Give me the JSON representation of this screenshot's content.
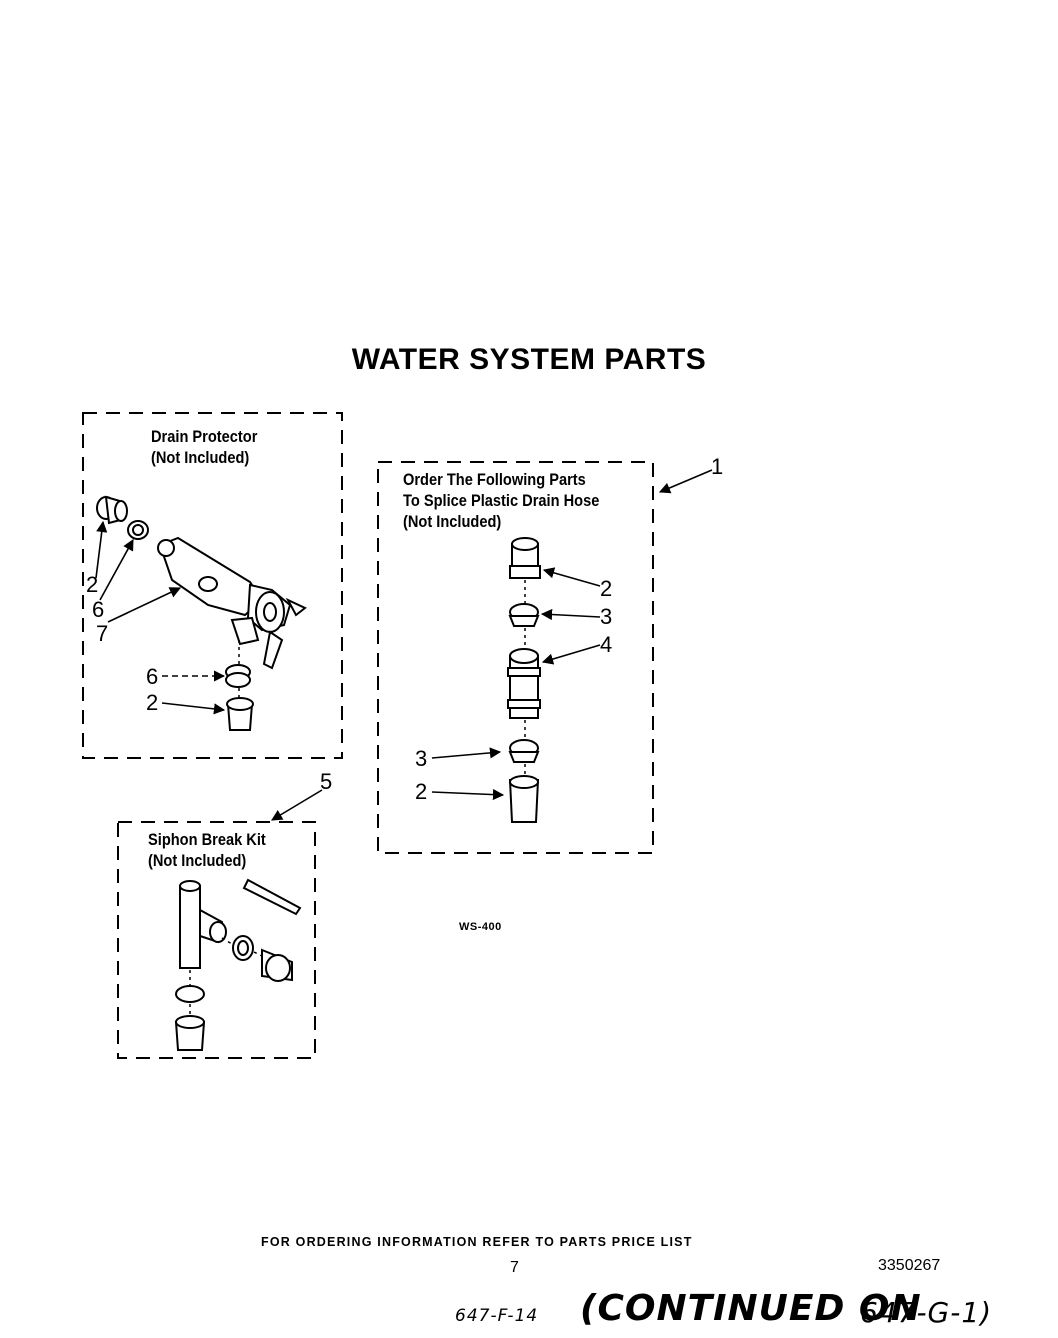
{
  "title": "WATER SYSTEM PARTS",
  "drain_protector": {
    "label_line1": "Drain Protector",
    "label_line2": "(Not Included)",
    "callouts": [
      "2",
      "6",
      "7",
      "6",
      "2"
    ]
  },
  "splice_kit": {
    "label_line1": "Order The Following Parts",
    "label_line2": "To Splice Plastic Drain Hose",
    "label_line3": "(Not Included)",
    "box_callout": "1",
    "callouts": [
      "2",
      "3",
      "4",
      "3",
      "2"
    ]
  },
  "siphon_kit": {
    "label_line1": "Siphon Break Kit",
    "label_line2": "(Not Included)",
    "box_callout": "5"
  },
  "diagram_code": "WS-400",
  "footer": {
    "ordering_info": "FOR ORDERING INFORMATION REFER TO PARTS PRICE LIST",
    "page_number": "7",
    "doc_number": "3350267",
    "handwritten_left": "647-F-14",
    "continued_text": "(CONTINUED ON",
    "handwritten_right": "647-G-1)"
  }
}
